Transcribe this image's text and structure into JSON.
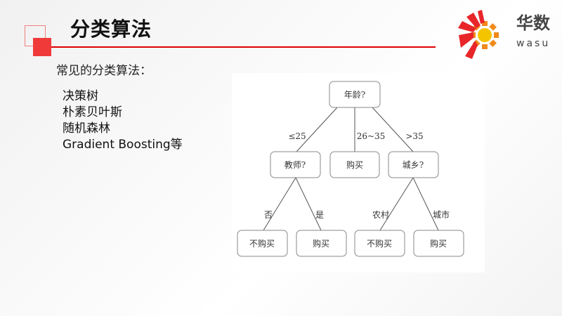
{
  "header": {
    "title": "分类算法"
  },
  "logo": {
    "chinese": "华数",
    "english": "wasu"
  },
  "content": {
    "intro": "常见的分类算法：",
    "algorithms": [
      "决策树",
      "朴素贝叶斯",
      "随机森林",
      "Gradient Boosting等"
    ]
  },
  "tree": {
    "root": "年龄?",
    "edge_labels": {
      "left": "≤25",
      "middle": "26~35",
      "right": ">35",
      "teacher_no": "否",
      "teacher_yes": "是",
      "rural": "农村",
      "urban": "城市"
    },
    "level2": {
      "teacher": "教师?",
      "buy": "购买",
      "city_rural": "城乡?"
    },
    "leaves": [
      "不购买",
      "购买",
      "不购买",
      "购买"
    ]
  },
  "colors": {
    "accent": "#e00000"
  }
}
